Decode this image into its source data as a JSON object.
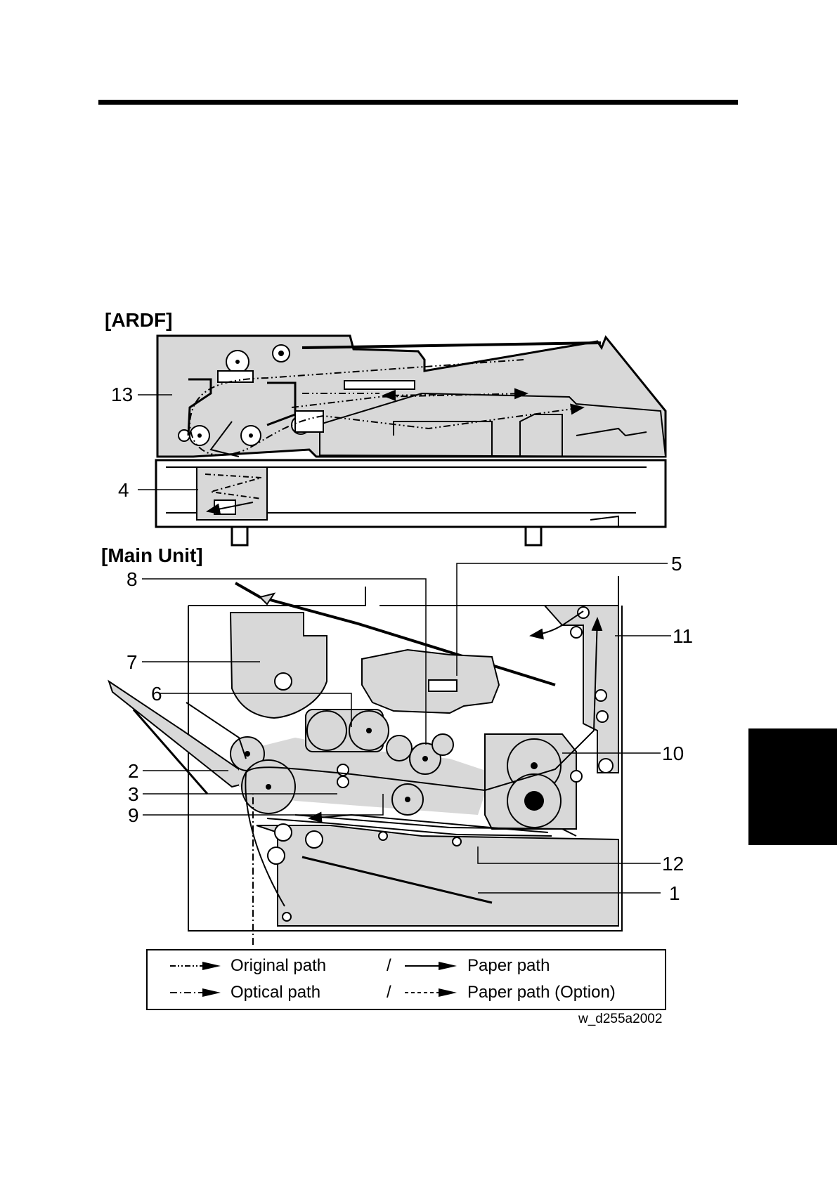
{
  "sections": {
    "ardf": "[ARDF]",
    "main_unit": "[Main Unit]"
  },
  "callouts": {
    "c13": "13",
    "c4": "4",
    "c5": "5",
    "c8": "8",
    "c7": "7",
    "c11": "11",
    "c6": "6",
    "c10": "10",
    "c2": "2",
    "c3": "3",
    "c9": "9",
    "c12": "12",
    "c1": "1"
  },
  "legend": {
    "original_path": "Original path",
    "optical_path": "Optical path",
    "separator": "/",
    "paper_path": "Paper path",
    "paper_path_option": "Paper path (Option)"
  },
  "figure_id": "w_d255a2002",
  "colors": {
    "shade": "#d8d8d8",
    "ink": "#000000"
  }
}
